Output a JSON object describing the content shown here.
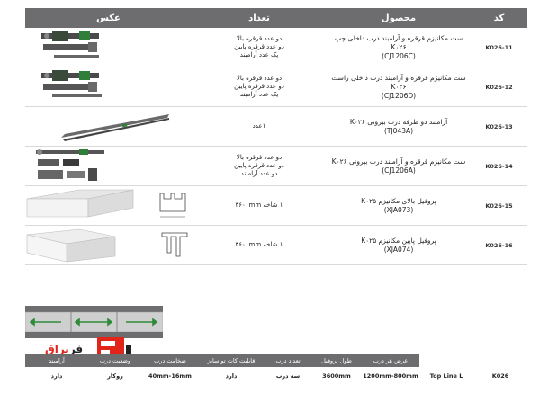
{
  "headers": {
    "code": "کد",
    "product": "محصول",
    "quantity": "تعداد",
    "image": "عکس"
  },
  "rows": [
    {
      "code": "K026-11",
      "product_line1": "ست مکانیزم قرقره و آرامبند درب داخلی چپ K۰۲۶",
      "product_line2": "(CJ1206C)",
      "qty": [
        "دو عدد قرقره بالا",
        "دو عدد قرقره پایین",
        "یک عدد آرامبند"
      ]
    },
    {
      "code": "K026-12",
      "product_line1": "ست مکانیزم قرقره و آرامبند درب داخلی راست K۰۲۶",
      "product_line2": "(CJ1206D)",
      "qty": [
        "دو عدد قرقره بالا",
        "دو عدد قرقره پایین",
        "یک عدد آرامبند"
      ]
    },
    {
      "code": "K026-13",
      "product_line1": "آرامبند دو طرفه درب بیرونی K۰۲۶",
      "product_line2": "(TJ043A)",
      "qty": [
        "۱عدد"
      ]
    },
    {
      "code": "K026-14",
      "product_line1": "ست مکانیزم قرقره و آرامبند درب بیرونی K۰۲۶",
      "product_line2": "(CJ1206A)",
      "qty": [
        "دو عدد قرقره بالا",
        "دو عدد قرقره پایین",
        "دو عدد آرامبند"
      ]
    },
    {
      "code": "K026-15",
      "product_line1": "پروفیل بالای مکانیزم K۰۲۵",
      "product_line2": "(XJA073)",
      "qty": [
        "۱ شاخه ۳۶۰۰mm"
      ]
    },
    {
      "code": "K026-16",
      "product_line1": "پروفیل پایین مکانیزم K۰۲۵",
      "product_line2": "(XJA074)",
      "qty": [
        "۱ شاخه ۳۶۰۰mm"
      ]
    }
  ],
  "logo": {
    "text_black": "فر",
    "text_red": "یراق"
  },
  "spec": {
    "headers": [
      "آرامبند",
      "وضعیت درب",
      "ضخامت درب",
      "قابلیت کات تو سایز",
      "تعداد درب",
      "طول پروفیل",
      "عرض هر درب",
      "",
      ""
    ],
    "values": [
      "دارد",
      "روکار",
      "40mm-16mm",
      "دارد",
      "سه درب",
      "3600mm",
      "1200mm-800mm",
      "Top Line L",
      "K026"
    ]
  },
  "colors": {
    "header_bg": "#6d6d6f",
    "accent_red": "#e1251b",
    "arrow_green": "#2e8b3a"
  }
}
